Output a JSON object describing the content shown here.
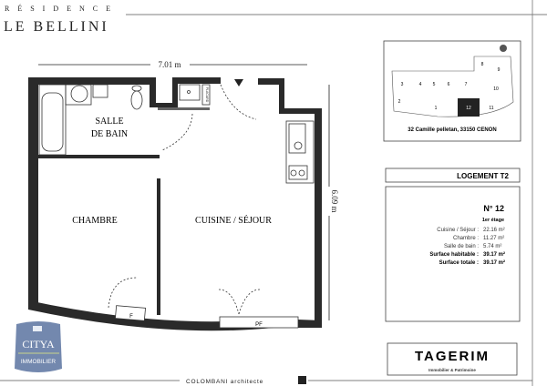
{
  "header": {
    "residence_label": "RÉSIDENCE",
    "name": "LE BELLINI"
  },
  "plan": {
    "width_dimension": "7.01 m",
    "height_dimension": "6.09 m",
    "rooms": {
      "bathroom": [
        "SALLE",
        "DE BAIN"
      ],
      "bedroom": "CHAMBRE",
      "kitchen_living": "CUISINE / SÉJOUR"
    },
    "window_labels": {
      "bedroom_window": "F",
      "living_window": "PF"
    },
    "closet_label": "PLACARD"
  },
  "location_map": {
    "address": "32 Camille pelletan, 33150 CENON",
    "unit_numbers": [
      "1",
      "2",
      "3",
      "4",
      "5",
      "6",
      "7",
      "8",
      "9",
      "10",
      "11",
      "12"
    ],
    "highlighted_unit": "12"
  },
  "unit": {
    "title": "LOGEMENT T2",
    "number": "N° 12",
    "floor": "1er étage",
    "areas": [
      {
        "label": "Cuisine / Séjour :",
        "value": "22.16 m²"
      },
      {
        "label": "Chambre :",
        "value": "11.27 m²"
      },
      {
        "label": "Salle de bain :",
        "value": "5.74 m²"
      }
    ],
    "totals": [
      {
        "label": "Surface habitable :",
        "value": "39.17 m²"
      },
      {
        "label": "Surface totale :",
        "value": "39.17 m²"
      }
    ]
  },
  "logos": {
    "citya": {
      "name": "CITYA",
      "subtitle": "IMMOBILIER",
      "color": "#6f86b0"
    },
    "tagerim": {
      "name": "TAGERIM",
      "subtitle": "Immobilier & Patrimoine"
    }
  },
  "footer": {
    "architect": "COLOMBANI architecte"
  }
}
